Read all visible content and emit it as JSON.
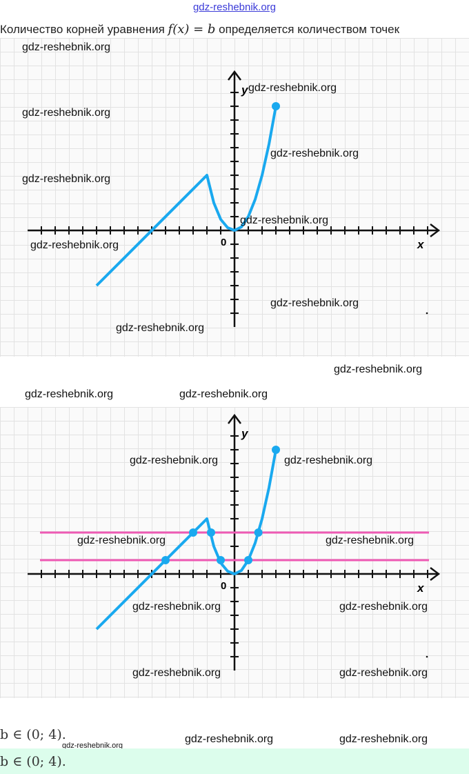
{
  "header": {
    "link": "gdz-reshebnik.org"
  },
  "intro": {
    "before": "Количество корней уравнения ",
    "math": "f(x) = b",
    "after": " определяется количеством точек"
  },
  "graph": {
    "x_label": "x",
    "y_label": "y",
    "origin_label": "0",
    "curve_color": "#1aa9ef",
    "line_color": "#ee5bb4",
    "curve_points": [
      [
        -10,
        -4
      ],
      [
        -2,
        4
      ],
      [
        -1.5,
        2
      ],
      [
        -1,
        0.8
      ],
      [
        -0.5,
        0.2
      ],
      [
        0,
        0
      ],
      [
        0.5,
        0.25
      ],
      [
        1,
        1
      ],
      [
        1.5,
        2.25
      ],
      [
        2,
        4
      ],
      [
        2.5,
        6.25
      ],
      [
        3,
        9
      ]
    ],
    "horizontal_lines_b": [
      1,
      3
    ],
    "intersections": [
      [
        -5,
        1
      ],
      [
        -1,
        1
      ],
      [
        1,
        1
      ],
      [
        -3,
        3
      ],
      [
        -1.7,
        3
      ],
      [
        1.73,
        3
      ]
    ]
  },
  "answer": {
    "text1": "b ∈ (0; 4).",
    "text2": "b ∈ (0; 4)."
  },
  "watermark": "gdz-reshebnik.org"
}
